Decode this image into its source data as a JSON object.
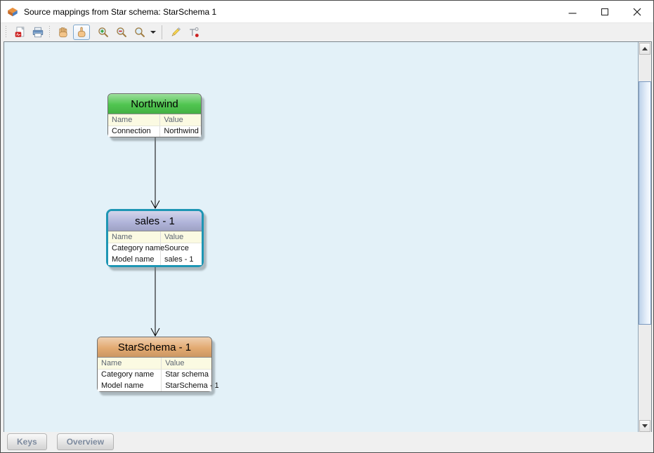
{
  "window": {
    "title": "Source mappings from Star schema: StarSchema 1",
    "control_icons": [
      "minimize-icon",
      "maximize-icon",
      "close-icon"
    ]
  },
  "toolbar": {
    "icons": [
      "export-pdf-icon",
      "print-icon",
      "pan-hand-icon",
      "pointer-select-icon",
      "zoom-in-icon",
      "zoom-out-icon",
      "zoom-icon",
      "dropdown-caret-icon",
      "pencil-icon",
      "connection-tool-icon"
    ],
    "active_tool": "pointer-select"
  },
  "colors": {
    "canvas_bg": "#e3f1f8",
    "selection_border": "#1e96b4",
    "northwind_header": "#4cc44c",
    "sales_header": "#b0b4da",
    "starschema_header": "#e2a86e",
    "edge": "#000000"
  },
  "diagram": {
    "nodes": [
      {
        "title": "Northwind",
        "header_color": "#4cc44c",
        "columns": {
          "name": "Name",
          "value": "Value"
        },
        "rows": [
          {
            "name": "Connection",
            "value": "Northwind"
          }
        ]
      },
      {
        "title": "sales - 1",
        "header_color": "#b0b4da",
        "selected": true,
        "columns": {
          "name": "Name",
          "value": "Value"
        },
        "rows": [
          {
            "name": "Category name",
            "value": "Source"
          },
          {
            "name": "Model name",
            "value": "sales - 1"
          }
        ]
      },
      {
        "title": "StarSchema - 1",
        "header_color": "#e2a86e",
        "columns": {
          "name": "Name",
          "value": "Value"
        },
        "rows": [
          {
            "name": "Category name",
            "value": "Star schema"
          },
          {
            "name": "Model name",
            "value": "StarSchema - 1"
          }
        ]
      }
    ],
    "edges": [
      {
        "from": "Northwind",
        "to": "sales - 1"
      },
      {
        "from": "sales - 1",
        "to": "StarSchema - 1"
      }
    ]
  },
  "tabs": [
    {
      "label": "Keys"
    },
    {
      "label": "Overview"
    }
  ]
}
